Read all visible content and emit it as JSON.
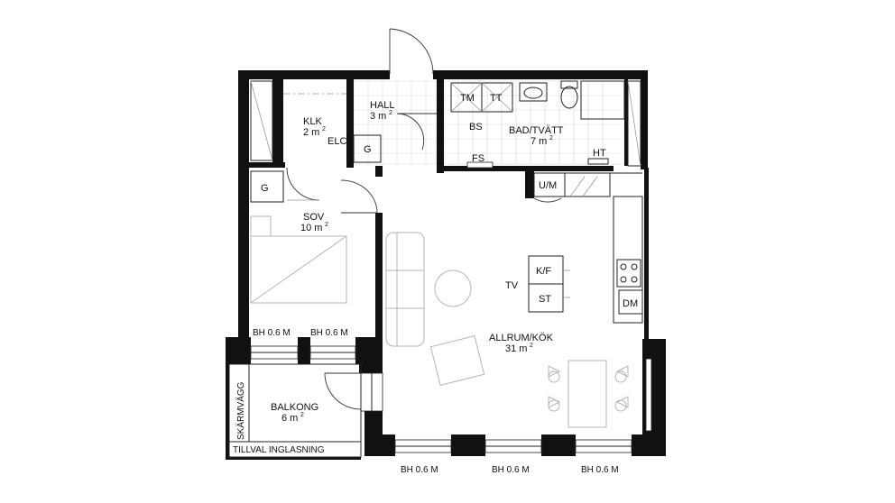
{
  "rooms": {
    "klk": {
      "name": "KLK",
      "area": "2 m",
      "sup": "2"
    },
    "hall": {
      "name": "HALL",
      "area": "3 m",
      "sup": "2"
    },
    "bad": {
      "name": "BAD/TVÄTT",
      "area": "7 m",
      "sup": "2"
    },
    "sov": {
      "name": "SOV",
      "area": "10 m",
      "sup": "2"
    },
    "allrum": {
      "name": "ALLRUM/KÖK",
      "area": "31 m",
      "sup": "2"
    },
    "balkong": {
      "name": "BALKONG",
      "area": "6 m",
      "sup": "2"
    }
  },
  "fixtures": {
    "tm": "TM",
    "tt": "TT",
    "bs": "BS",
    "fs": "FS",
    "ht": "HT",
    "elc": "ELC",
    "g_hall": "G",
    "g_sov": "G",
    "um": "U/M",
    "kf": "K/F",
    "st": "ST",
    "tv": "TV",
    "dm": "DM"
  },
  "windows": {
    "sov_left": "BH 0.6 M",
    "sov_right": "BH 0.6 M",
    "living_1": "BH 0.6 M",
    "living_2": "BH 0.6 M",
    "living_3": "BH 0.6 M"
  },
  "balcony": {
    "screen_wall": "SKÄRMVÄGG",
    "glazing_option": "TILLVAL INGLASNING"
  }
}
